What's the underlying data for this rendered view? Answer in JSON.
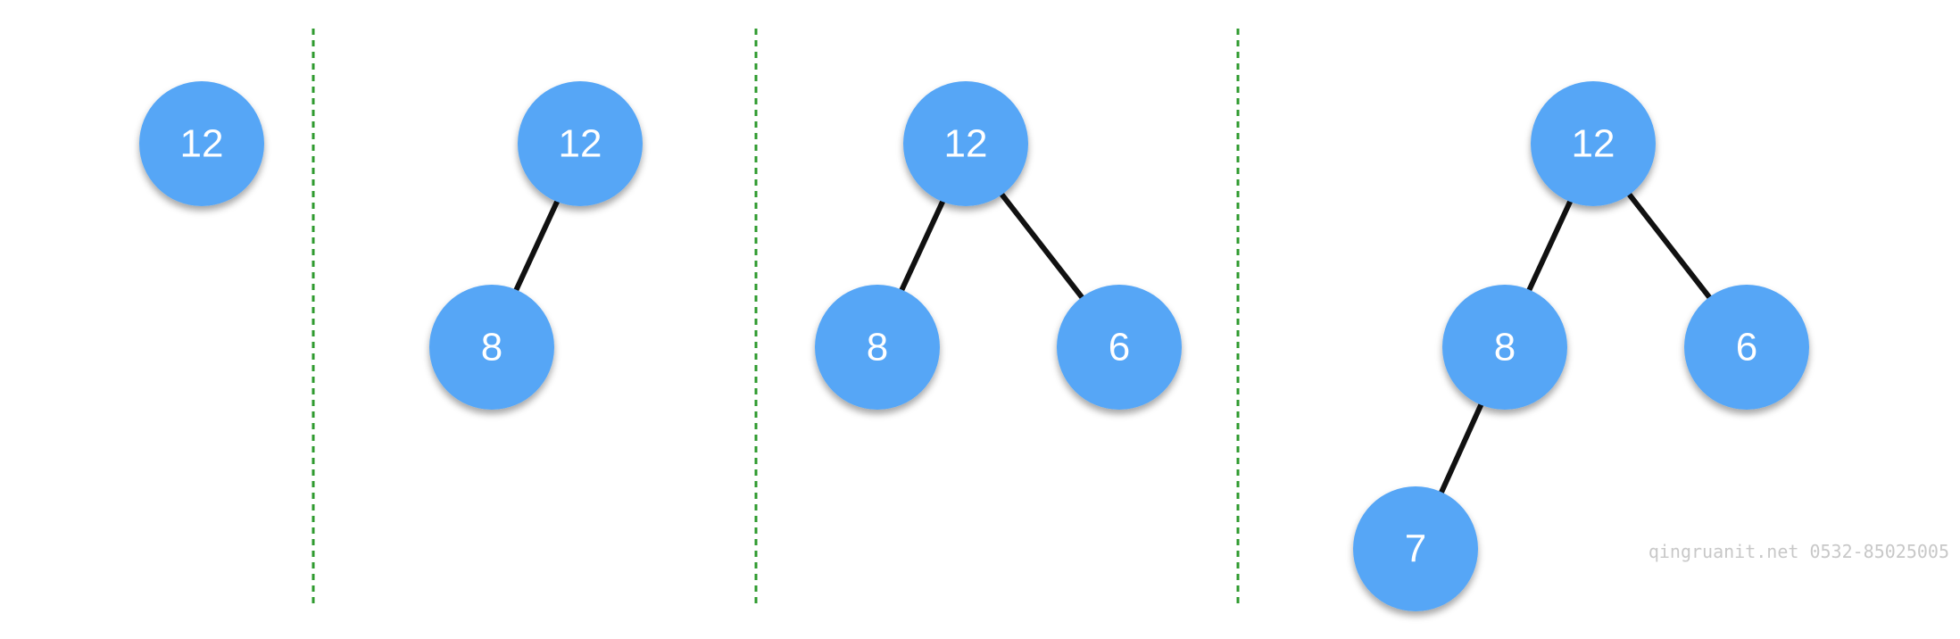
{
  "colors": {
    "node_fill": "#56a6f6",
    "edge": "#111111",
    "divider": "#2e9a2e",
    "label": "#ffffff",
    "watermark": "#c8c8c8"
  },
  "panels": [
    {
      "nodes": [
        {
          "value": "12"
        }
      ],
      "edges": []
    },
    {
      "nodes": [
        {
          "value": "12"
        },
        {
          "value": "8"
        }
      ],
      "edges": [
        [
          "12",
          "8"
        ]
      ]
    },
    {
      "nodes": [
        {
          "value": "12"
        },
        {
          "value": "8"
        },
        {
          "value": "6"
        }
      ],
      "edges": [
        [
          "12",
          "8"
        ],
        [
          "12",
          "6"
        ]
      ]
    },
    {
      "nodes": [
        {
          "value": "12"
        },
        {
          "value": "8"
        },
        {
          "value": "6"
        },
        {
          "value": "7"
        }
      ],
      "edges": [
        [
          "12",
          "8"
        ],
        [
          "12",
          "6"
        ],
        [
          "8",
          "7"
        ]
      ]
    }
  ],
  "watermark": "qingruanit.net 0532-85025005"
}
